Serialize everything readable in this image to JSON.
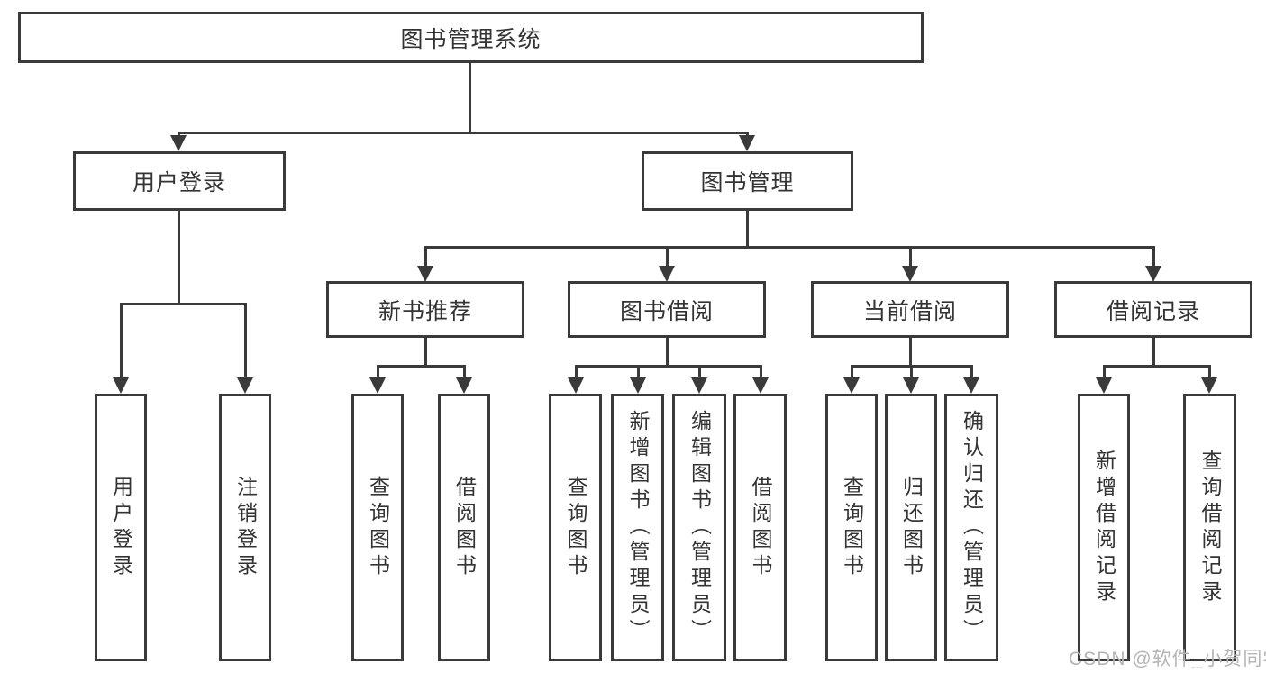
{
  "nodes": {
    "root": "图书管理系统",
    "level2": [
      "用户登录",
      "图书管理"
    ],
    "level3": [
      "新书推荐",
      "图书借阅",
      "当前借阅",
      "借阅记录"
    ],
    "leaves": {
      "user_login": [
        "用户登录",
        "注销登录"
      ],
      "new_books": [
        "查询图书",
        "借阅图书"
      ],
      "book_borrow": [
        "查询图书",
        "新增图书（管理员）",
        "编辑图书（管理员）",
        "借阅图书"
      ],
      "current_borrow": [
        "查询图书",
        "归还图书",
        "确认归还（管理员）"
      ],
      "borrow_records": [
        "新增借阅记录",
        "查询借阅记录"
      ]
    }
  },
  "watermark": "CSDN @软件_小贺同学",
  "colors": {
    "line": "#3a3a3a",
    "node_text": "#333333",
    "node_fill": "#ffffff",
    "background": "#ffffff",
    "watermark": "#b5b5b5"
  }
}
